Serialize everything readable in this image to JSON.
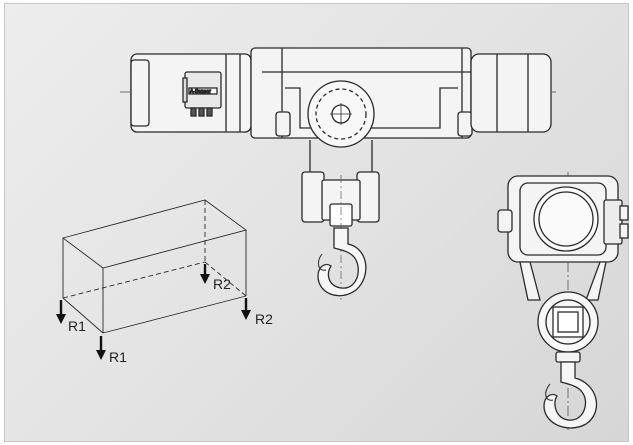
{
  "labels": {
    "r1_left": "R1",
    "r1_bottom": "R1",
    "r2_inner": "R2",
    "r2_right": "R2"
  },
  "controller_badge": "A-Sensor",
  "colors": {
    "line": "#2a2a2a",
    "fill_light": "#f4f4f4",
    "arrow": "#111111"
  }
}
